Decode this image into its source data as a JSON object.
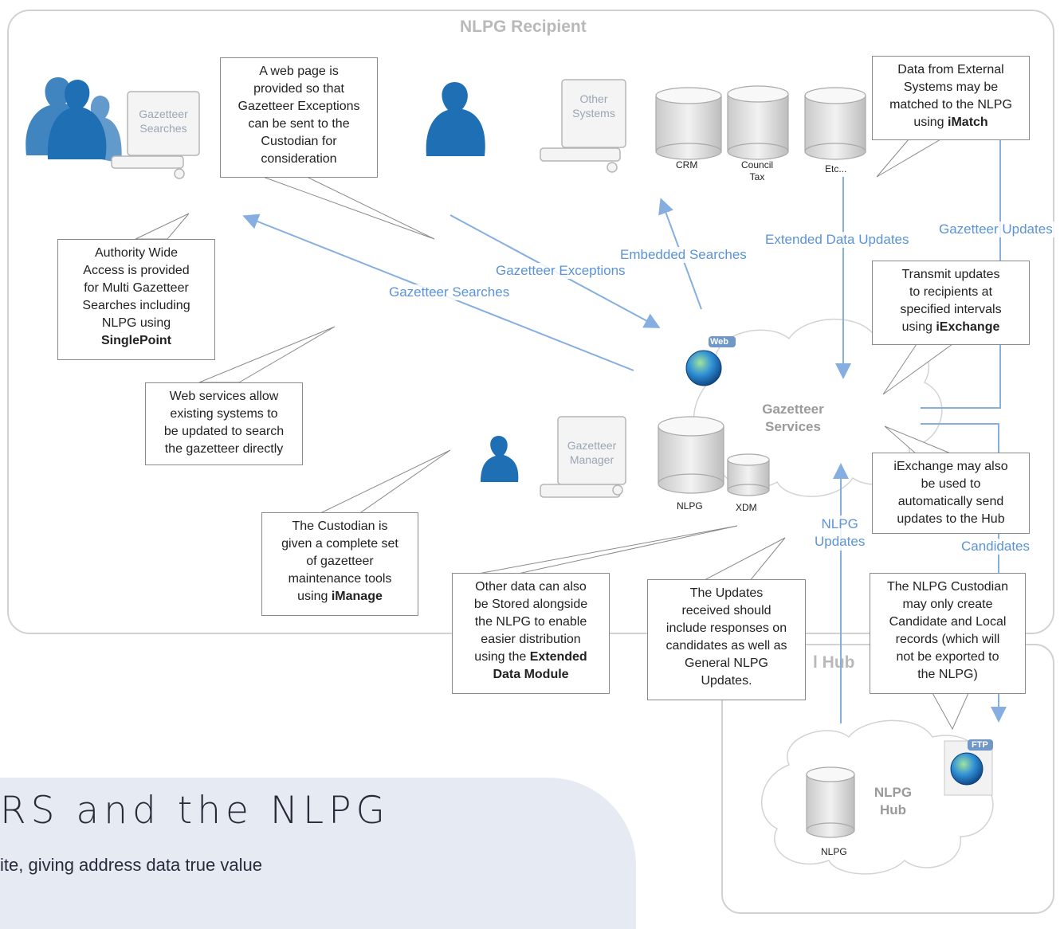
{
  "panels": {
    "recipient_title": "NLPG Recipient",
    "hub_title": "l Hub"
  },
  "computers": {
    "gazetteer_searches": [
      "Gazetteer",
      "Searches"
    ],
    "other_systems": [
      "Other",
      "Systems"
    ],
    "gazetteer_manager": [
      "Gazetteer",
      "Manager"
    ]
  },
  "databases": {
    "crm": "CRM",
    "council_tax": [
      "Council",
      "Tax"
    ],
    "etc": "Etc...",
    "nlpg": "NLPG",
    "xdm": "XDM",
    "hub_nlpg": "NLPG"
  },
  "icons": {
    "web_badge": "Web",
    "ftp_badge": "FTP"
  },
  "clouds": {
    "services": [
      "Gazetteer",
      "Services"
    ],
    "hub": [
      "NLPG",
      "Hub"
    ]
  },
  "flows": {
    "gazetteer_searches": "Gazetteer Searches",
    "gazetteer_exceptions": "Gazetteer Exceptions",
    "embedded_searches": "Embedded Searches",
    "extended_data_updates": "Extended Data Updates",
    "gazetteer_updates": "Gazetteer Updates",
    "nlpg_updates": [
      "NLPG",
      "Updates"
    ],
    "candidates": "Candidates"
  },
  "callouts": {
    "web_page": [
      "A web page is",
      "provided so that",
      "Gazetteer Exceptions",
      "can be sent to the",
      "Custodian for",
      "consideration"
    ],
    "external_data": [
      "Data from External",
      "Systems may be",
      "matched to the NLPG",
      "using "
    ],
    "external_data_bold": "iMatch",
    "authority_wide": [
      "Authority Wide",
      "Access is provided",
      "for Multi Gazetteer",
      "Searches including",
      "NLPG using"
    ],
    "authority_wide_bold": "SinglePoint",
    "transmit": [
      "Transmit updates",
      "to recipients at",
      "specified intervals",
      "using "
    ],
    "transmit_bold": "iExchange",
    "web_services": [
      "Web services allow",
      "existing systems to",
      "be updated to search",
      "the gazetteer directly"
    ],
    "iexchange_hub": [
      "iExchange may also",
      "be used to",
      "automatically send",
      "updates to the Hub"
    ],
    "custodian": [
      "The Custodian is",
      "given a complete set",
      "of gazetteer",
      "maintenance tools",
      "using "
    ],
    "custodian_bold": "iManage",
    "other_data": [
      "Other data can also",
      "be Stored alongside",
      "the NLPG to enable",
      "easier distribution",
      "using the "
    ],
    "other_data_bold": [
      "Extended",
      "Data Module"
    ],
    "updates_received": [
      "The Updates",
      "received should",
      "include responses on",
      "candidates as well as",
      "General NLPG",
      "Updates."
    ],
    "nlpg_custodian": [
      "The NLPG Custodian",
      "may only create",
      "Candidate and Local",
      "records (which will",
      "not be exported to",
      "the NLPG)"
    ]
  },
  "footer": {
    "title": "RS and the NLPG",
    "subtitle": "ite, giving address data true value"
  },
  "colors": {
    "arrow": "#86aee0",
    "flow_text": "#5b93d6",
    "person": "#1f6fb5",
    "footer_bg": "#e6ebf3"
  }
}
